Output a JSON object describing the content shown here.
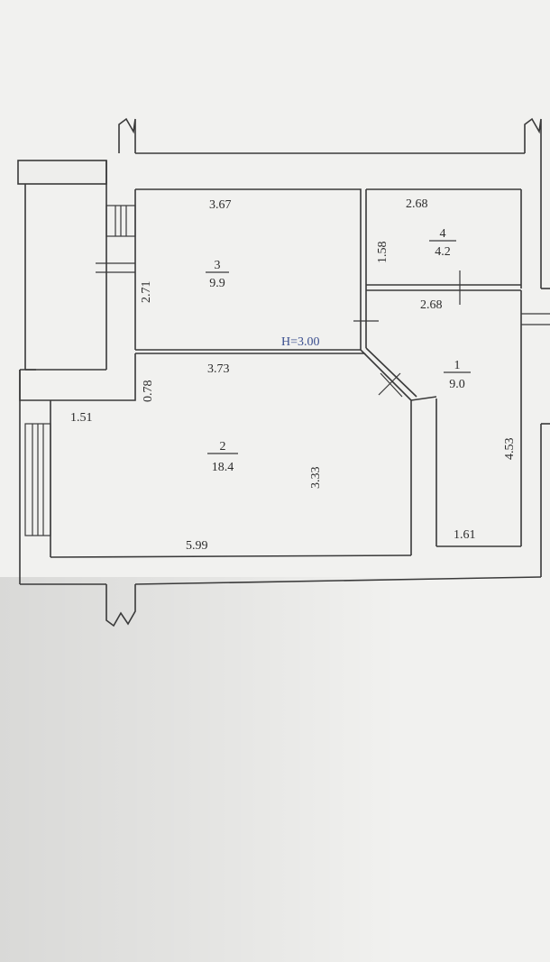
{
  "plan": {
    "ceiling_height": "H=3.00",
    "colors": {
      "line": "#3a3a3a",
      "height_label": "#3b4f8f",
      "paper": "#f1f1ef"
    },
    "rooms": [
      {
        "id": "room-3",
        "number": "3",
        "area": "9.9"
      },
      {
        "id": "room-4",
        "number": "4",
        "area": "4.2"
      },
      {
        "id": "room-1",
        "number": "1",
        "area": "9.0"
      },
      {
        "id": "room-2",
        "number": "2",
        "area": "18.4"
      }
    ],
    "dimensions": {
      "room3_top": "3.67",
      "room3_side": "2.71",
      "room3_bottom": "3.73",
      "room4_top": "2.68",
      "room4_side": "1.58",
      "room4_bottom": "2.68",
      "room1_side": "4.53",
      "room1_bottom": "1.61",
      "room2_side": "3.33",
      "room2_bottom": "5.99",
      "balcony_width": "1.51",
      "wall_gap": "0.78"
    }
  }
}
